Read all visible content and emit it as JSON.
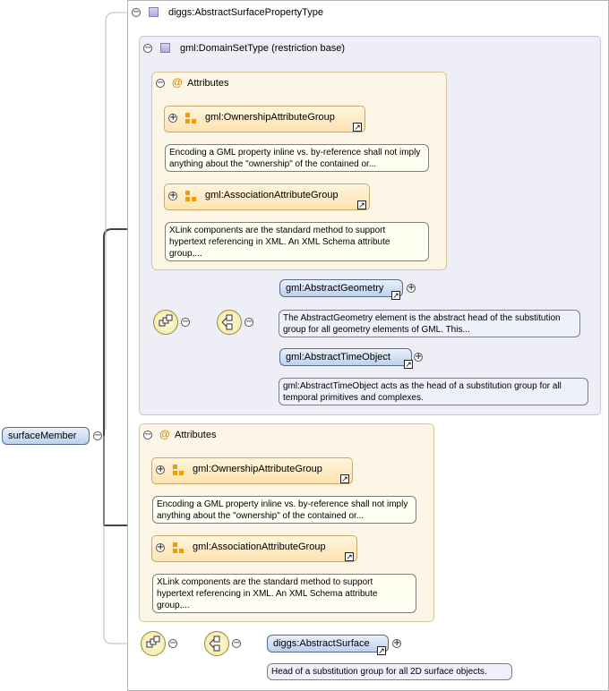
{
  "root_element": {
    "name": "surfaceMember",
    "type_label": "diggs:AbstractSurfacePropertyType"
  },
  "restriction": {
    "label": "gml:DomainSetType (restriction base)",
    "attributes_label": "Attributes",
    "groups": [
      {
        "name": "gml:OwnershipAttributeGroup",
        "doc": "Encoding a GML property inline vs. by-reference shall not imply anything about the \"ownership\" of the contained or..."
      },
      {
        "name": "gml:AssociationAttributeGroup",
        "doc": "XLink components are the standard method to support hypertext referencing in XML. An XML Schema attribute group,..."
      }
    ],
    "choice_elements": [
      {
        "name": "gml:AbstractGeometry",
        "doc": "The AbstractGeometry element is the abstract head of the substitution group for all geometry elements of GML. This..."
      },
      {
        "name": "gml:AbstractTimeObject",
        "doc": "gml:AbstractTimeObject acts as the head of a substitution group for all temporal primitives and complexes."
      }
    ]
  },
  "extension": {
    "attributes_label": "Attributes",
    "groups": [
      {
        "name": "gml:OwnershipAttributeGroup",
        "doc": "Encoding a GML property inline vs. by-reference shall not imply anything about the \"ownership\" of the contained or..."
      },
      {
        "name": "gml:AssociationAttributeGroup",
        "doc": "XLink components are the standard method to support hypertext referencing in XML. An XML Schema attribute group,..."
      }
    ],
    "element": {
      "name": "diggs:AbstractSurface",
      "doc": "Head of a substitution group for all 2D surface objects."
    }
  },
  "icons": {
    "collapse": "−",
    "expand": "+",
    "attribute": "@",
    "link": "↗"
  },
  "colors": {
    "element_fill": "#bcd0ee",
    "attribute_box": "#fdf6e6",
    "group_fill": "#fde3b0",
    "group_icon": "#f39b00",
    "type_box": "#eeeef6"
  }
}
